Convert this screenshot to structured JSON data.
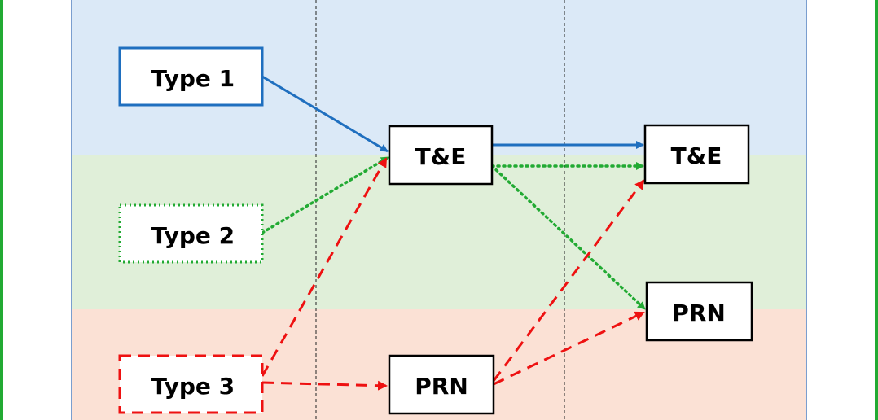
{
  "nodes": {
    "type1": "Type 1",
    "type2": "Type 2",
    "type3": "Type 3",
    "te_mid": "T&E",
    "prn_mid": "PRN",
    "te_right": "T&E",
    "prn_right": "PRN"
  },
  "colors": {
    "band_type1": "#dbe9f7",
    "band_type2": "#e0efd9",
    "band_type3": "#fbe1d5",
    "type1_line": "#1f6fbf",
    "type2_line": "#22aa33",
    "type3_line": "#ee1111",
    "frame": "#22aa33",
    "panel_border": "#4f7fbf"
  }
}
